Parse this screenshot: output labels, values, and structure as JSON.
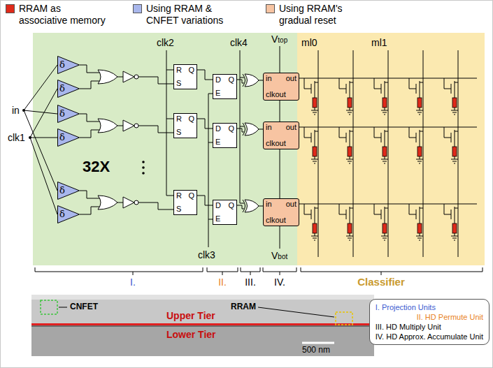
{
  "diagram": {
    "nodes": [
      {
        "text": [
          "δ"
        ]
      },
      {
        "text": [
          "δ"
        ]
      },
      {
        "text": [
          "δ"
        ]
      },
      {
        "text": [
          "δ"
        ]
      },
      {
        "text": [
          "δ"
        ]
      },
      {
        "text": [
          "δ"
        ]
      },
      {
        "text": [
          "R",
          "Q",
          "S"
        ]
      },
      {
        "text": [
          "R",
          "Q",
          "S"
        ]
      },
      {
        "text": [
          "R",
          "Q",
          "S"
        ]
      },
      {
        "text": [
          "D",
          "Q",
          "E"
        ]
      },
      {
        "text": [
          "D",
          "Q",
          "E"
        ]
      },
      {
        "text": [
          "D",
          "Q",
          "E"
        ]
      },
      {
        "text": [
          "in",
          "out",
          "clkout"
        ]
      },
      {
        "text": [
          "in",
          "out",
          "clkout"
        ]
      },
      {
        "text": [
          "in",
          "out",
          "clkout"
        ]
      },
      {
        "text": [
          "I. Projection Units",
          "II. HD Permute Unit",
          "III. HD Multiply Unit",
          "IV. HD Approx. Accumulate Unit"
        ]
      }
    ],
    "edges": [
      {
        "from": 6,
        "to": 9,
        "arrow": "none"
      },
      {
        "from": 7,
        "to": 10,
        "arrow": "none"
      },
      {
        "from": 8,
        "to": 11,
        "arrow": "none"
      }
    ],
    "labels": [
      "in",
      "clk1",
      "clk2",
      "32X",
      "clk3",
      "clk4",
      "Vtop",
      "Vbot",
      "ml0",
      "ml1",
      "I.",
      "II.",
      "III.",
      "IV.",
      "Classifier",
      "CNFET",
      "Upper Tier",
      "RRAM",
      "Lower Tier",
      "500 nm"
    ],
    "legend": [
      {
        "text": "RRAM as associative memory",
        "color": "#e02a1a"
      },
      {
        "text": "Using RRAM & CNFET variations",
        "color": "#a9b7ec"
      },
      {
        "text": "Using RRAM's gradual reset",
        "color": "#f7c4a2"
      }
    ]
  }
}
